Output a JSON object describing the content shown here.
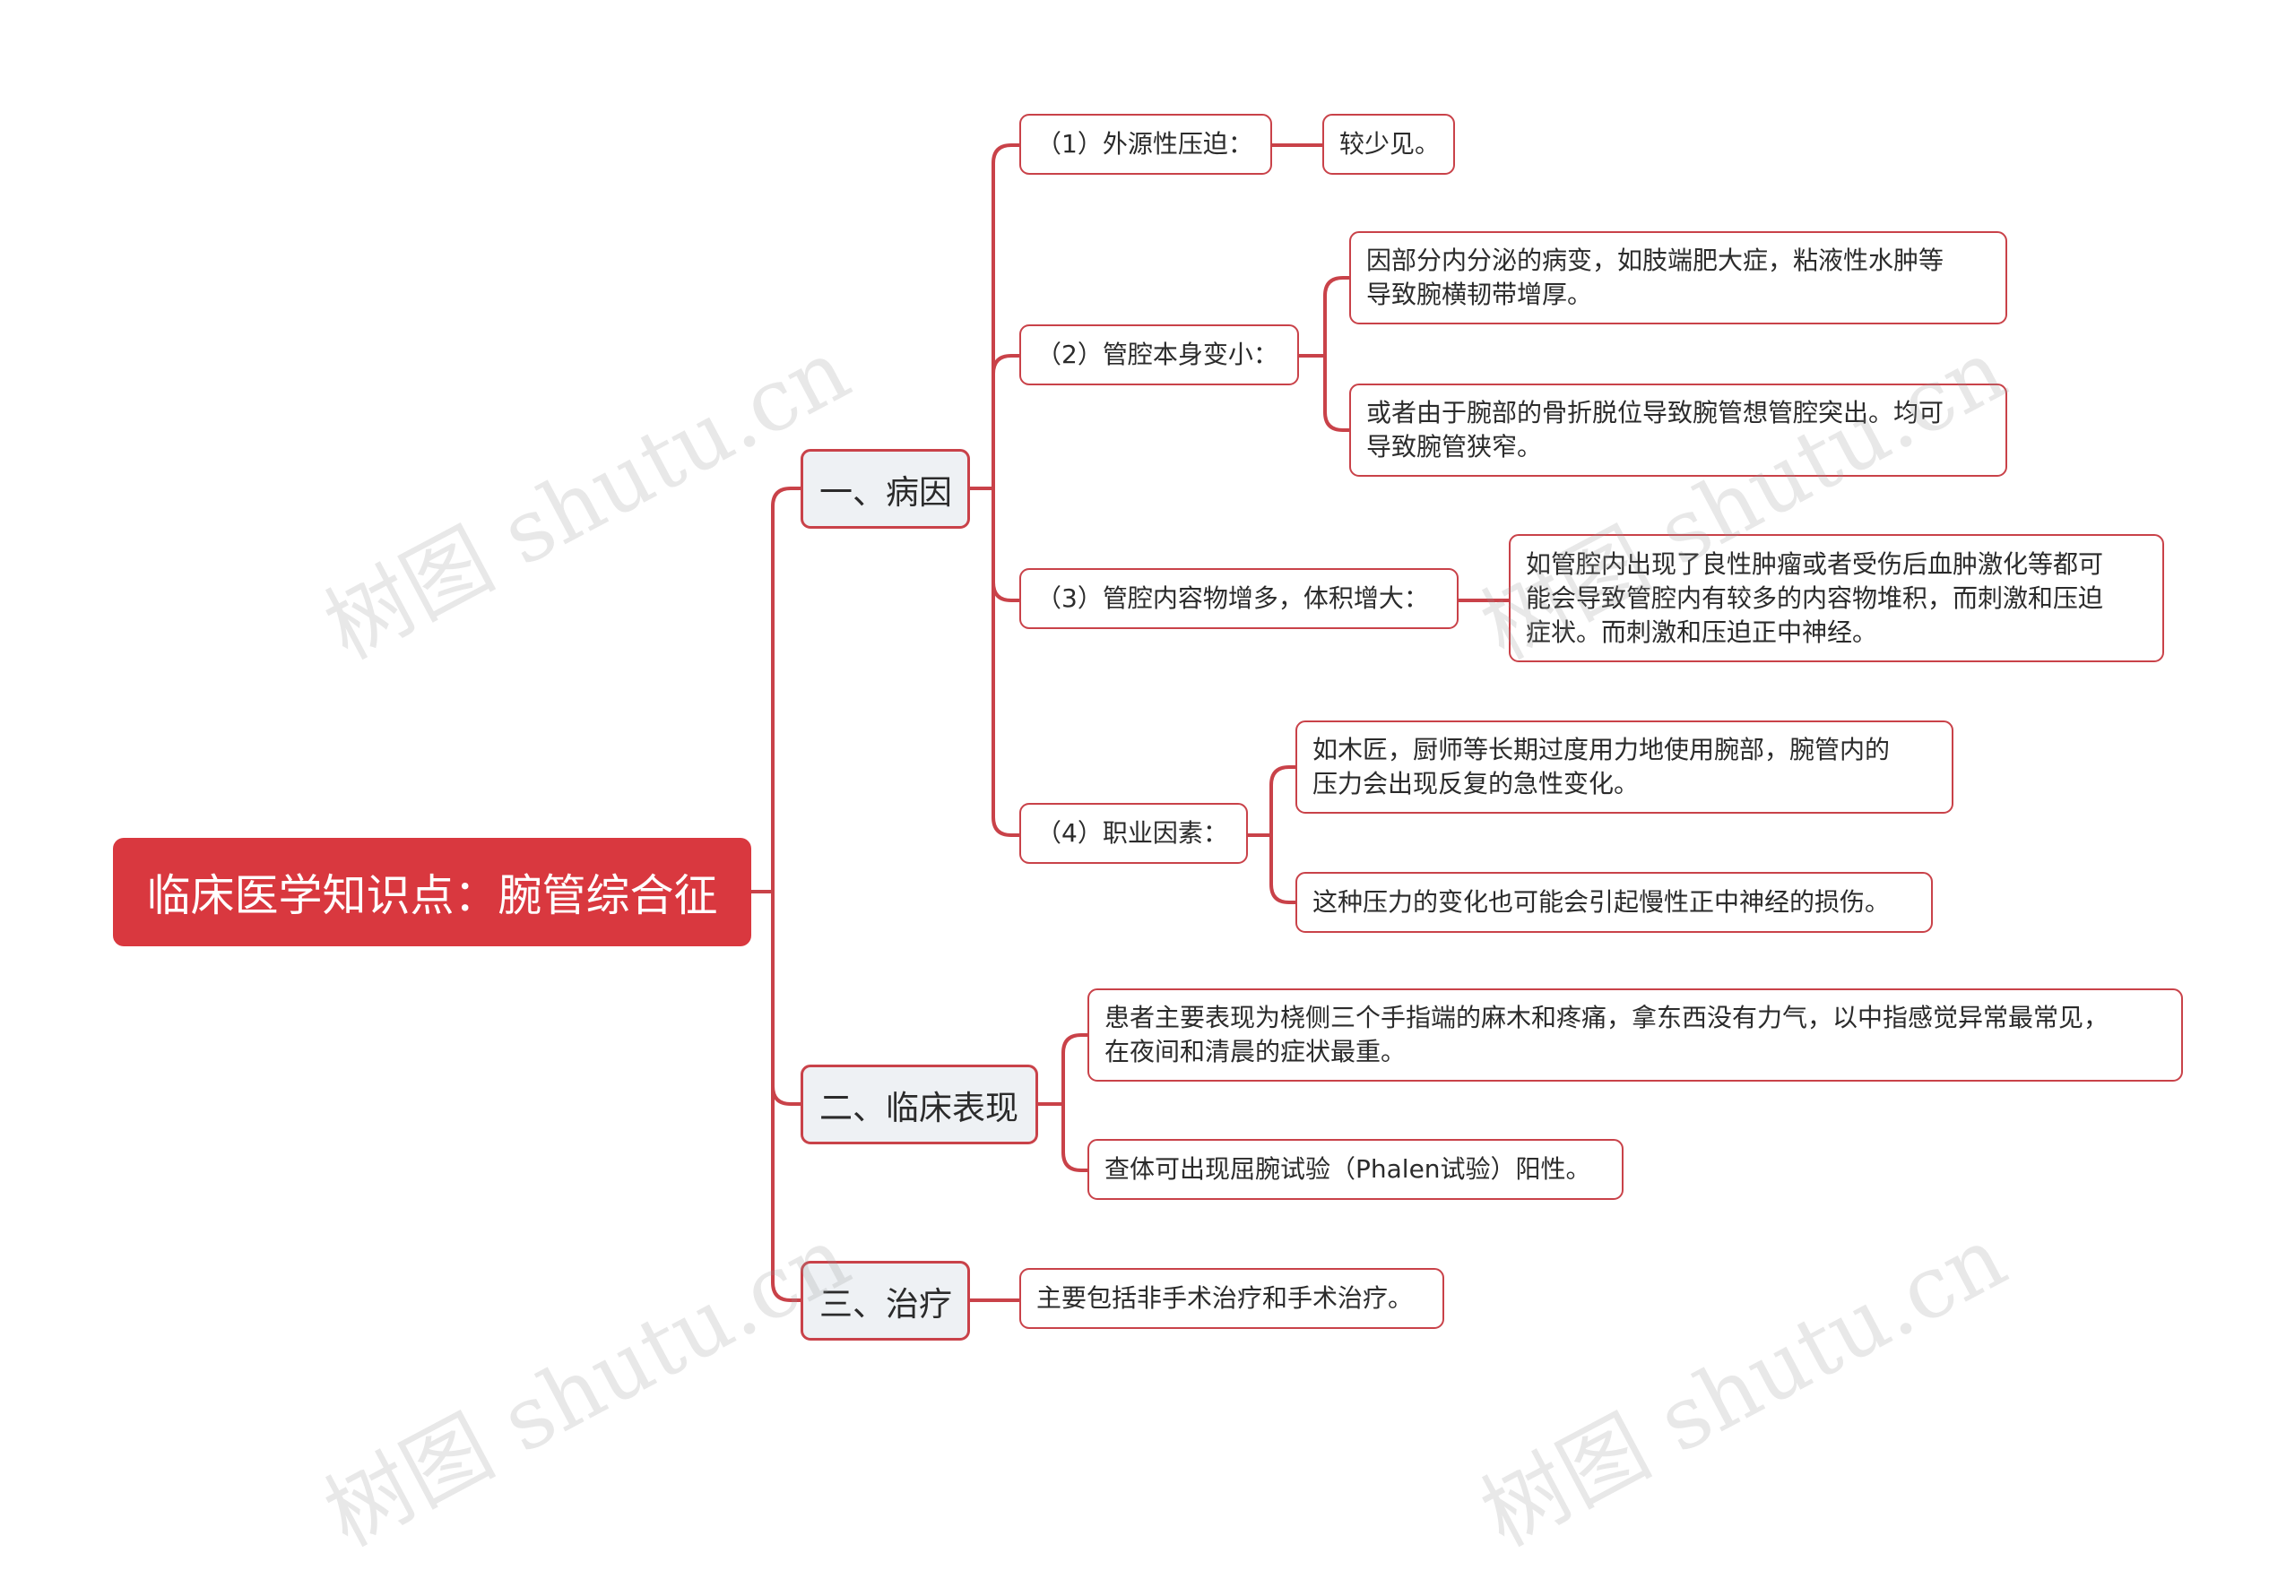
{
  "root": {
    "title": "临床医学知识点：腕管综合征"
  },
  "branches": {
    "cause": {
      "label": "一、病因",
      "items": {
        "c1": {
          "label": "（1）外源性压迫：",
          "detail": "较少见。"
        },
        "c2": {
          "label": "（2）管腔本身变小：",
          "detail_a_line1": "因部分内分泌的病变，如肢端肥大症，粘液性水肿等",
          "detail_a_line2": "导致腕横韧带增厚。",
          "detail_b_line1": "或者由于腕部的骨折脱位导致腕管想管腔突出。均可",
          "detail_b_line2": "导致腕管狭窄。"
        },
        "c3": {
          "label": "（3）管腔内容物增多，体积增大：",
          "detail_line1": "如管腔内出现了良性肿瘤或者受伤后血肿激化等都可",
          "detail_line2": "能会导致管腔内有较多的内容物堆积，而刺激和压迫",
          "detail_line3": "症状。而刺激和压迫正中神经。"
        },
        "c4": {
          "label": "（4）职业因素：",
          "detail_a_line1": "如木匠，厨师等长期过度用力地使用腕部，腕管内的",
          "detail_a_line2": "压力会出现反复的急性变化。",
          "detail_b": "这种压力的变化也可能会引起慢性正中神经的损伤。"
        }
      }
    },
    "clinical": {
      "label": "二、临床表现",
      "detail_a_line1": "患者主要表现为桡侧三个手指端的麻木和疼痛，拿东西没有力气，以中指感觉异常最常见，",
      "detail_a_line2": "在夜间和清晨的症状最重。",
      "detail_b": "查体可出现屈腕试验（Phalen试验）阳性。"
    },
    "treatment": {
      "label": "三、治疗",
      "detail": "主要包括非手术治疗和手术治疗。"
    }
  },
  "watermark": "树图 shutu.cn",
  "colors": {
    "root_fill": "#d9383f",
    "line": "#c94249",
    "l1_fill": "#eef1f4"
  }
}
